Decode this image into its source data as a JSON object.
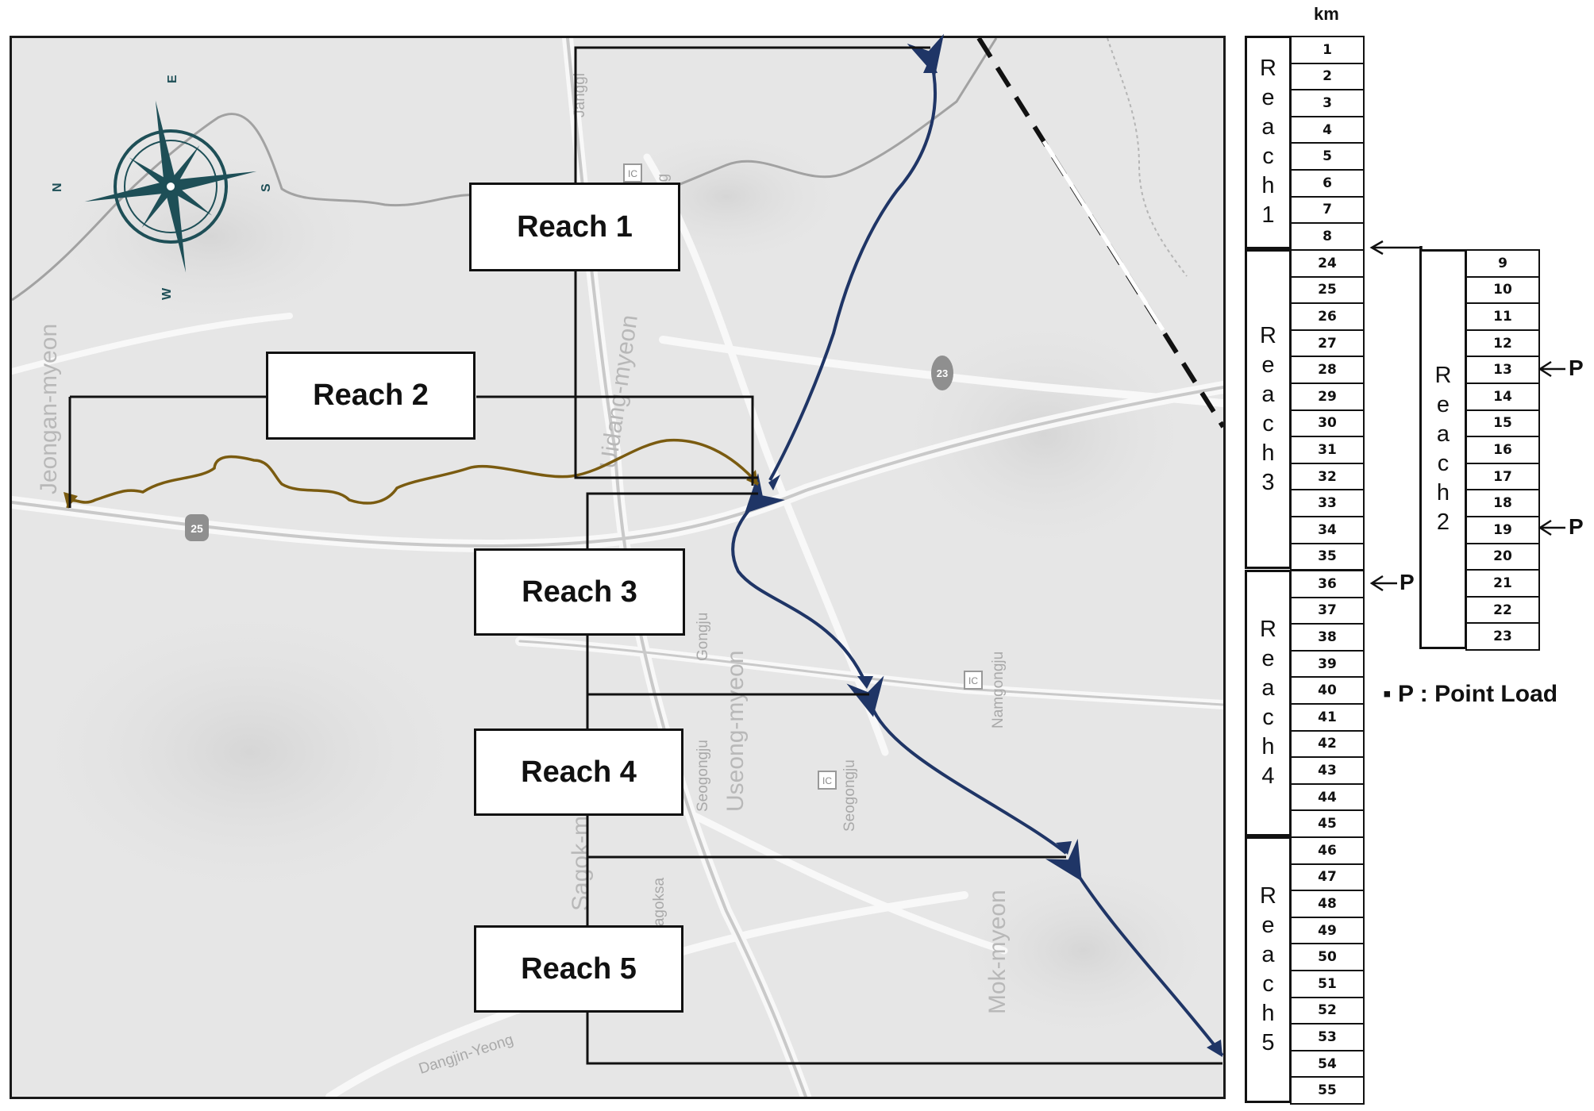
{
  "map": {
    "compass": {
      "north": "N",
      "east": "E",
      "south": "S",
      "west": "W"
    },
    "places": [
      {
        "id": "jeongan",
        "label": "Jeongan-myeon"
      },
      {
        "id": "uidang",
        "label": "Uidang-myeon"
      },
      {
        "id": "sejong",
        "label": "Sejong"
      },
      {
        "id": "janggi",
        "label": "Janggi"
      },
      {
        "id": "gongju",
        "label": "Gongju"
      },
      {
        "id": "useong",
        "label": "Useong-myeon"
      },
      {
        "id": "seogongju1",
        "label": "Seogongju"
      },
      {
        "id": "seogongju2",
        "label": "Seogongju"
      },
      {
        "id": "namgongju",
        "label": "Namgongju"
      },
      {
        "id": "mokmyeon",
        "label": "Mok-myeon"
      },
      {
        "id": "saogmyeon",
        "label": "Sagok-myeon"
      },
      {
        "id": "dangjin",
        "label": "Dangjin-Yeong"
      },
      {
        "id": "magoksa",
        "label": "Magoksa"
      }
    ],
    "road_shields": [
      "25",
      "23"
    ],
    "ic_markers": [
      "IC",
      "IC",
      "IC"
    ],
    "reach_boxes": [
      "Reach 1",
      "Reach 2",
      "Reach 3",
      "Reach 4",
      "Reach 5"
    ],
    "colors": {
      "main_river": "#1f3566",
      "tributary": "#7a5b10",
      "compass": "#1e4f57"
    }
  },
  "diagram": {
    "unit_label": "km",
    "reaches": [
      {
        "name": "Reach 1",
        "letters": [
          "R",
          "e",
          "a",
          "c",
          "h",
          "1"
        ],
        "km": [
          "1",
          "2",
          "3",
          "4",
          "5",
          "6",
          "7",
          "8"
        ]
      },
      {
        "name": "Reach 3",
        "letters": [
          "R",
          "e",
          "a",
          "c",
          "h",
          "3"
        ],
        "km": [
          "24",
          "25",
          "26",
          "27",
          "28",
          "29",
          "30",
          "31",
          "32",
          "33",
          "34",
          "35"
        ]
      },
      {
        "name": "Reach 4",
        "letters": [
          "R",
          "e",
          "a",
          "c",
          "h",
          "4"
        ],
        "km": [
          "36",
          "37",
          "38",
          "39",
          "40",
          "41",
          "42",
          "43",
          "44",
          "45"
        ]
      },
      {
        "name": "Reach 5",
        "letters": [
          "R",
          "e",
          "a",
          "c",
          "h",
          "5"
        ],
        "km": [
          "46",
          "47",
          "48",
          "49",
          "50",
          "51",
          "52",
          "53",
          "54",
          "55"
        ]
      },
      {
        "name": "Reach 2",
        "letters": [
          "R",
          "e",
          "a",
          "c",
          "h",
          "2"
        ],
        "km": [
          "9",
          "10",
          "11",
          "12",
          "13",
          "14",
          "15",
          "16",
          "17",
          "18",
          "19",
          "20",
          "21",
          "22",
          "23"
        ]
      }
    ],
    "point_load_marker": "P",
    "point_loads_at_km": [
      "13",
      "19",
      "36"
    ],
    "legend": "▪ P : Point Load"
  }
}
